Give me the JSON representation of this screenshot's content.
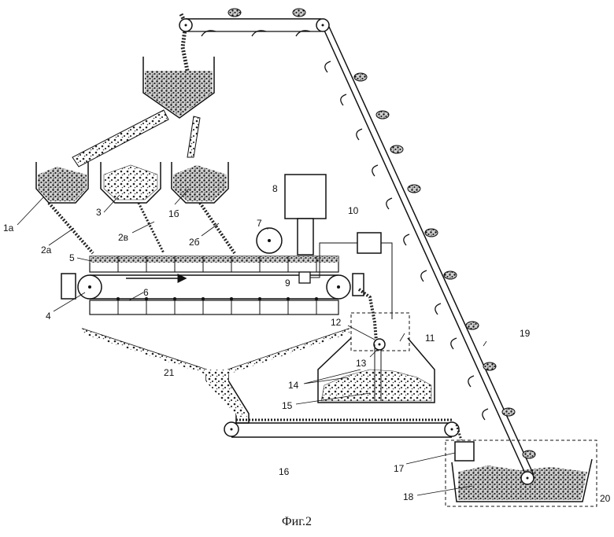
{
  "figure": {
    "caption": "Фиг.2",
    "labels": {
      "l1a": "1а",
      "l1b": "1б",
      "l2a": "2а",
      "l2b": "2б",
      "l2v": "2в",
      "l3": "3",
      "l4": "4",
      "l5": "5",
      "l6": "6",
      "l7": "7",
      "l8": "8",
      "l9": "9",
      "l10": "10",
      "l11": "11",
      "l12": "12",
      "l13": "13",
      "l14": "14",
      "l15": "15",
      "l16": "16",
      "l17": "17",
      "l18": "18",
      "l19": "19",
      "l20": "20",
      "l21": "21"
    }
  }
}
